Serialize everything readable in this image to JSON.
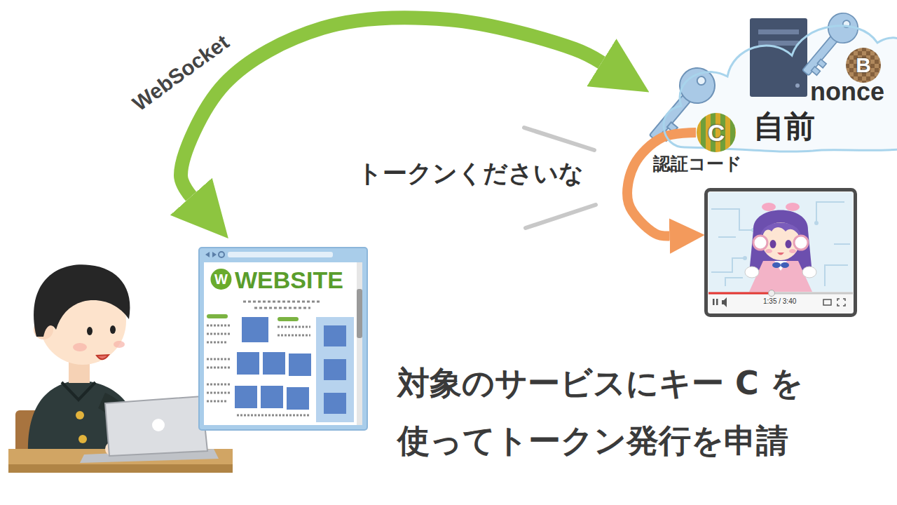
{
  "diagram": {
    "caption": "対象のサービスにキー C を 使ってトークン発行を申請",
    "nodes": [
      {
        "text": [
          "自前"
        ]
      },
      {
        "text": [
          "C"
        ],
        "in": 0
      },
      {
        "text": [
          "B"
        ],
        "in": 0
      },
      {
        "text": [
          "WEBSITE"
        ]
      },
      {
        "text": [
          "W"
        ],
        "in": 3
      },
      {
        "text": [
          "1:35 / 3:40"
        ]
      }
    ],
    "edges": [
      {
        "from": 3,
        "to": 0,
        "arrow": "both",
        "label": "WebSocket"
      },
      {
        "from": 1,
        "to": 5,
        "arrow": "to"
      }
    ],
    "labels": [
      "トークンくださいな",
      "認証コード",
      "nonce"
    ]
  }
}
